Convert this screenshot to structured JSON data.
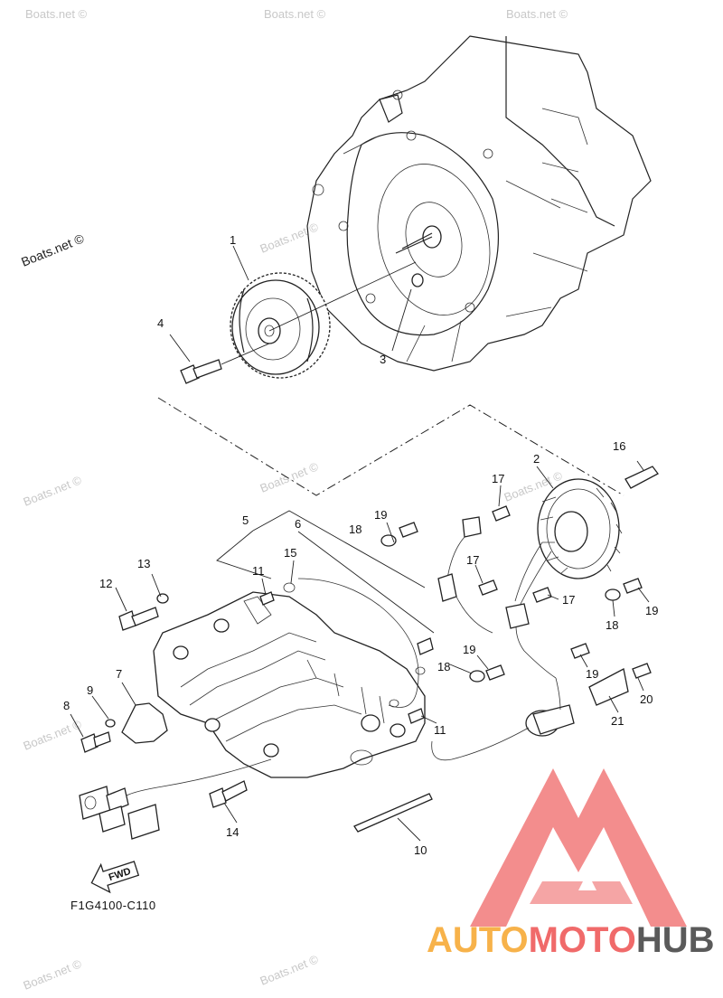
{
  "watermarks": [
    {
      "text": "Boats.net ©"
    },
    {
      "text": "Boats.net ©"
    },
    {
      "text": "Boats.net ©"
    },
    {
      "text": "Boats.net ©"
    },
    {
      "text": "Boats.net ©"
    },
    {
      "text": "Boats.net ©"
    },
    {
      "text": "Boats.net ©"
    },
    {
      "text": "Boats.net ©"
    },
    {
      "text": "Boats.net ©"
    },
    {
      "text": "Boats.net ©"
    },
    {
      "text": "Boats.net ©"
    }
  ],
  "callouts": {
    "c1": "1",
    "c2": "2",
    "c3": "3",
    "c4": "4",
    "c5": "5",
    "c6": "6",
    "c7": "7",
    "c8": "8",
    "c9": "9",
    "c10": "10",
    "c11a": "11",
    "c11b": "11",
    "c12": "12",
    "c13": "13",
    "c14": "14",
    "c15": "15",
    "c16": "16",
    "c17a": "17",
    "c17b": "17",
    "c17c": "17",
    "c18a": "18",
    "c18b": "18",
    "c18c": "18",
    "c19a": "19",
    "c19b": "19",
    "c19c": "19",
    "c19d": "19",
    "c20": "20",
    "c21": "21"
  },
  "fwd_label": "FWD",
  "diagram_code": "F1G4100-C110",
  "logo": {
    "part1": "AUTO",
    "part2": "MOTO",
    "part3": "HUB",
    "triangle_color": "#f06a6a",
    "auto_color": "#f7b24a",
    "hub_color": "#5a5a5a"
  }
}
